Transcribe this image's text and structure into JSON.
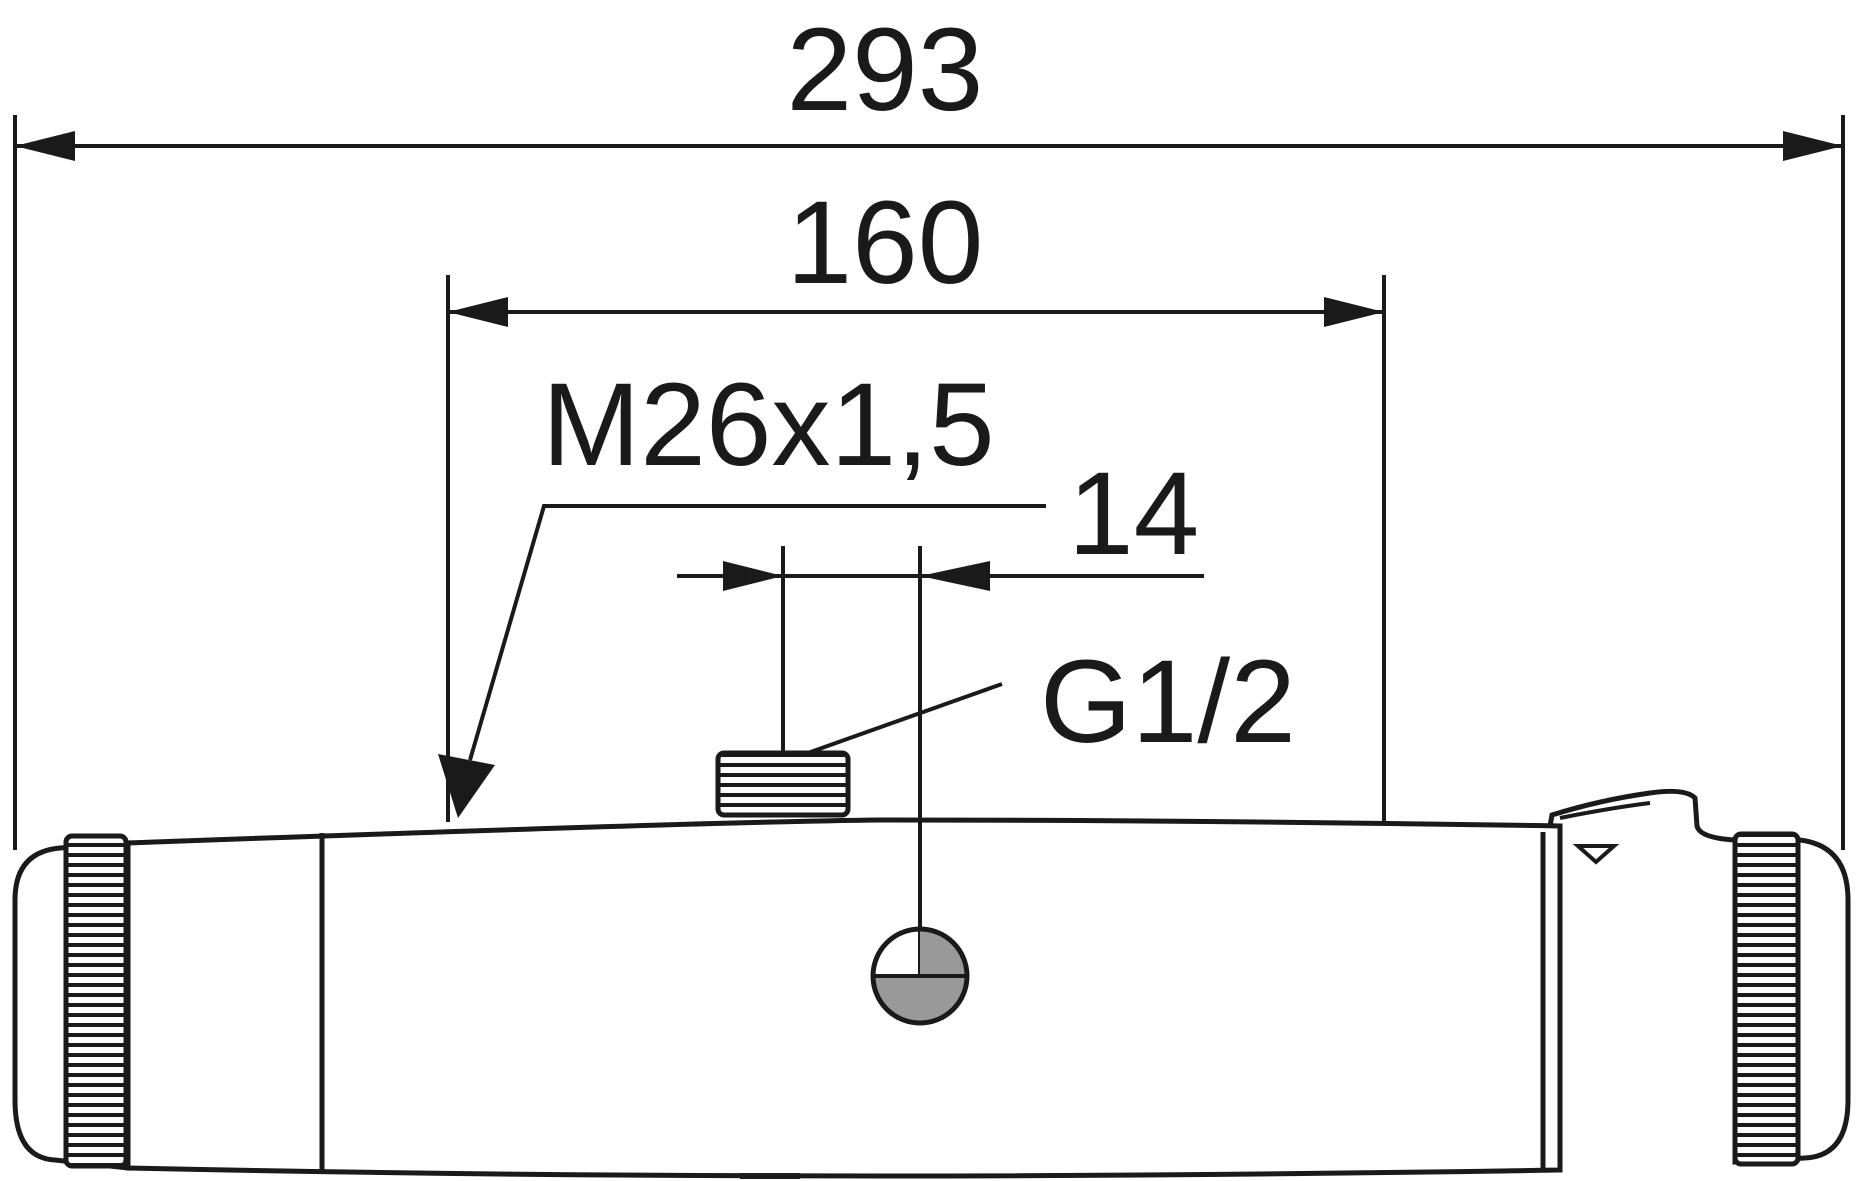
{
  "dimensions": {
    "overall_length": "293",
    "connection_spacing": "160",
    "outlet_offset": "14"
  },
  "labels": {
    "wall_thread": "M26x1,5",
    "outlet_thread": "G1/2"
  }
}
